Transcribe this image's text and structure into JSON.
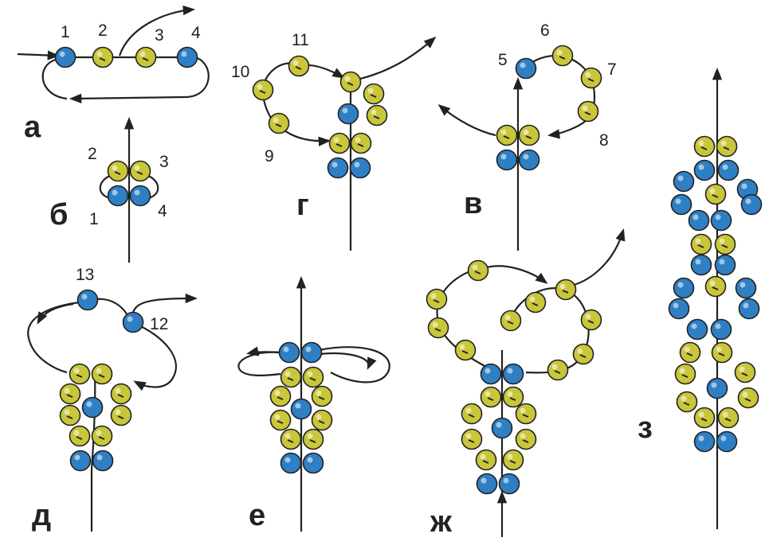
{
  "colors": {
    "blue_bead": "#2f7fc4",
    "yellow_bead": "#c9c63a",
    "thread": "#222222",
    "background": "#ffffff"
  },
  "panels": [
    {
      "id": "a",
      "label": "а",
      "numbers": [
        "1",
        "2",
        "3",
        "4"
      ]
    },
    {
      "id": "b",
      "label": "б",
      "numbers": [
        "1",
        "2",
        "3",
        "4"
      ]
    },
    {
      "id": "g",
      "label": "г",
      "numbers": [
        "9",
        "10",
        "11"
      ]
    },
    {
      "id": "v",
      "label": "в",
      "numbers": [
        "5",
        "6",
        "7",
        "8"
      ]
    },
    {
      "id": "d",
      "label": "д",
      "numbers": [
        "12",
        "13"
      ]
    },
    {
      "id": "e",
      "label": "е",
      "numbers": []
    },
    {
      "id": "zh",
      "label": "ж",
      "numbers": []
    },
    {
      "id": "z",
      "label": "з",
      "numbers": []
    }
  ]
}
